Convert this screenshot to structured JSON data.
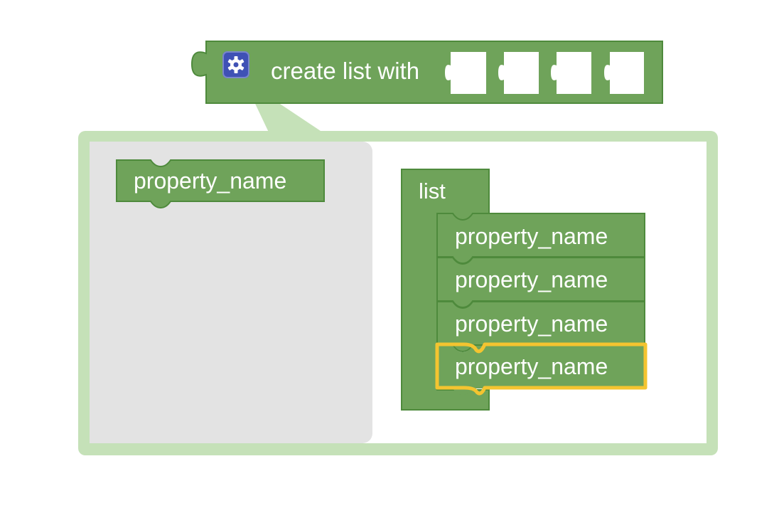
{
  "main_block": {
    "label": "create list with",
    "input_slots": 4
  },
  "mutator": {
    "flyout": {
      "blocks": [
        {
          "label": "property_name"
        }
      ]
    },
    "container": {
      "label": "list",
      "items": [
        {
          "label": "property_name"
        },
        {
          "label": "property_name"
        },
        {
          "label": "property_name"
        },
        {
          "label": "property_name",
          "selected": true
        }
      ]
    }
  },
  "colors": {
    "block": "#6fa35a",
    "block_shadow": "#4e8a3c",
    "bubble": "#c5e1b8",
    "flyout": "#e3e3e3",
    "gear": "#3f51b5",
    "selection": "#f4c430"
  },
  "icons": [
    "gear-icon"
  ]
}
